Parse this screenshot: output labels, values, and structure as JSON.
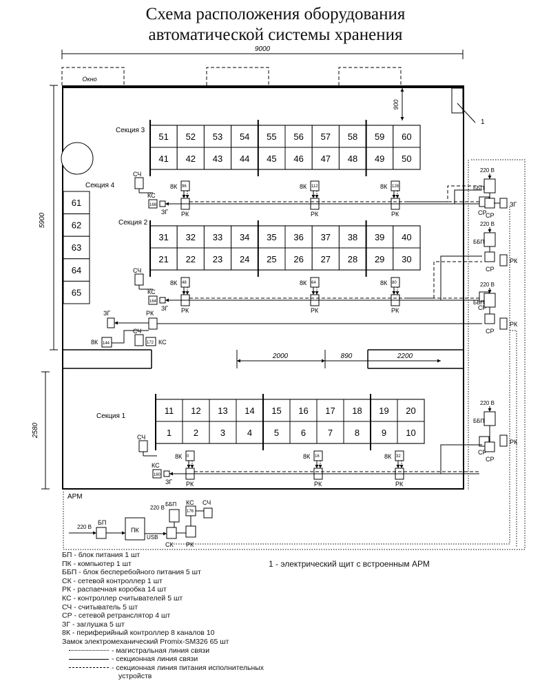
{
  "title_line1": "Схема расположения оборудования",
  "title_line2": "автоматической системы хранения",
  "dims": {
    "width": "9000",
    "depth": "900",
    "left_upper": "5900",
    "left_lower": "2580",
    "gap1": "2000",
    "gap2": "890",
    "gap3": "2200"
  },
  "window_label": "Окно",
  "shield_num": "1",
  "sections": {
    "s1": "Секция 1",
    "s2": "Секция 2",
    "s3": "Секция 3",
    "s4": "Секция 4"
  },
  "cabinets": {
    "s3_top": [
      "51",
      "52",
      "53",
      "54",
      "55",
      "56",
      "57",
      "58",
      "59",
      "60"
    ],
    "s3_bot": [
      "41",
      "42",
      "43",
      "44",
      "45",
      "46",
      "47",
      "48",
      "49",
      "50"
    ],
    "s2_top": [
      "31",
      "32",
      "33",
      "34",
      "35",
      "36",
      "37",
      "38",
      "39",
      "40"
    ],
    "s2_bot": [
      "21",
      "22",
      "23",
      "24",
      "25",
      "26",
      "27",
      "28",
      "29",
      "30"
    ],
    "s1_top": [
      "11",
      "12",
      "13",
      "14",
      "15",
      "16",
      "17",
      "18",
      "19",
      "20"
    ],
    "s1_bot": [
      "1",
      "2",
      "3",
      "4",
      "5",
      "6",
      "7",
      "8",
      "9",
      "10"
    ],
    "s4": [
      "61",
      "62",
      "63",
      "64",
      "65"
    ]
  },
  "abbr": {
    "sch": "СЧ",
    "ks": "КС",
    "zg": "ЗГ",
    "rk": "РК",
    "k8": "8К",
    "bbp": "ББП",
    "sr": "СР",
    "v220": "220 В",
    "bp": "БП",
    "pk": "ПК",
    "usb": "USB",
    "sk": "СК",
    "arm": "АРМ"
  },
  "ctrl_nums": {
    "s3": [
      "96",
      "112",
      "128"
    ],
    "s2": [
      "48",
      "64",
      "80"
    ],
    "s1": [
      "0",
      "16",
      "32"
    ],
    "s4": "144"
  },
  "ks_nums": {
    "s3": "168",
    "s2": "164",
    "s1": "160",
    "s4": "172",
    "arm": "176"
  },
  "legend": [
    "БП - блок питания 1 шт",
    "ПК - компьютер 1 шт",
    "ББП - блок бесперебойного питания 5 шт",
    "СК - сетевой контроллер 1 шт",
    "РК - распаечная коробка 14 шт",
    "КС - контроллер считывателей 5 шт",
    "СЧ - считыватель 5 шт",
    "СР - сетевой ретранслятор 4 шт",
    "ЗГ - заглушка 5 шт",
    "8К - периферийный контроллер 8 каналов 10",
    "Замок электромеханический Promix-SM326 65 шт"
  ],
  "lines": {
    "main": "- магистральная линия связи",
    "section": "- секционная линия связи",
    "power": "- секционная линия питания исполнительных",
    "power2": "устройств"
  },
  "note": "1 - электрический щит с встроенным АРМ"
}
